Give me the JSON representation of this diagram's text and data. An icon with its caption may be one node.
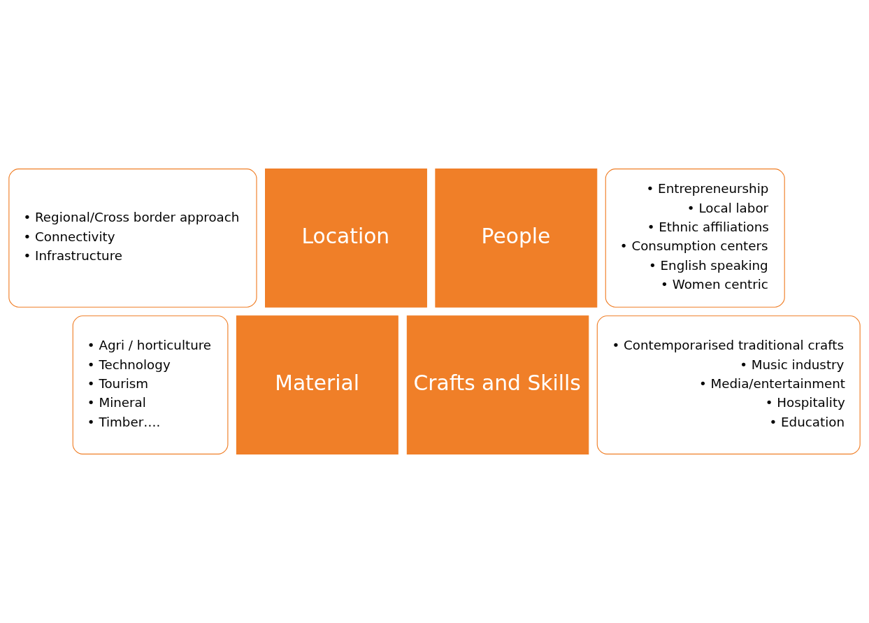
{
  "diagram": {
    "nodes": [
      {
        "text": [
          "• Regional/Cross border approach",
          "• Connectivity",
          "• Infrastructure"
        ]
      },
      {
        "text": [
          "Location"
        ]
      },
      {
        "text": [
          "People"
        ]
      },
      {
        "text": [
          "• Entrepreneurship",
          "• Local labor",
          "• Ethnic affiliations",
          "• Consumption centers",
          "• English speaking",
          "• Women centric"
        ]
      },
      {
        "text": [
          "• Agri / horticulture",
          "• Technology",
          "• Tourism",
          "• Mineral",
          "• Timber…."
        ]
      },
      {
        "text": [
          "Material"
        ]
      },
      {
        "text": [
          "Crafts and Skills"
        ]
      },
      {
        "text": [
          "• Contemporarised traditional crafts",
          "• Music industry",
          "• Media/entertainment",
          "• Hospitality",
          "• Education"
        ]
      }
    ]
  }
}
